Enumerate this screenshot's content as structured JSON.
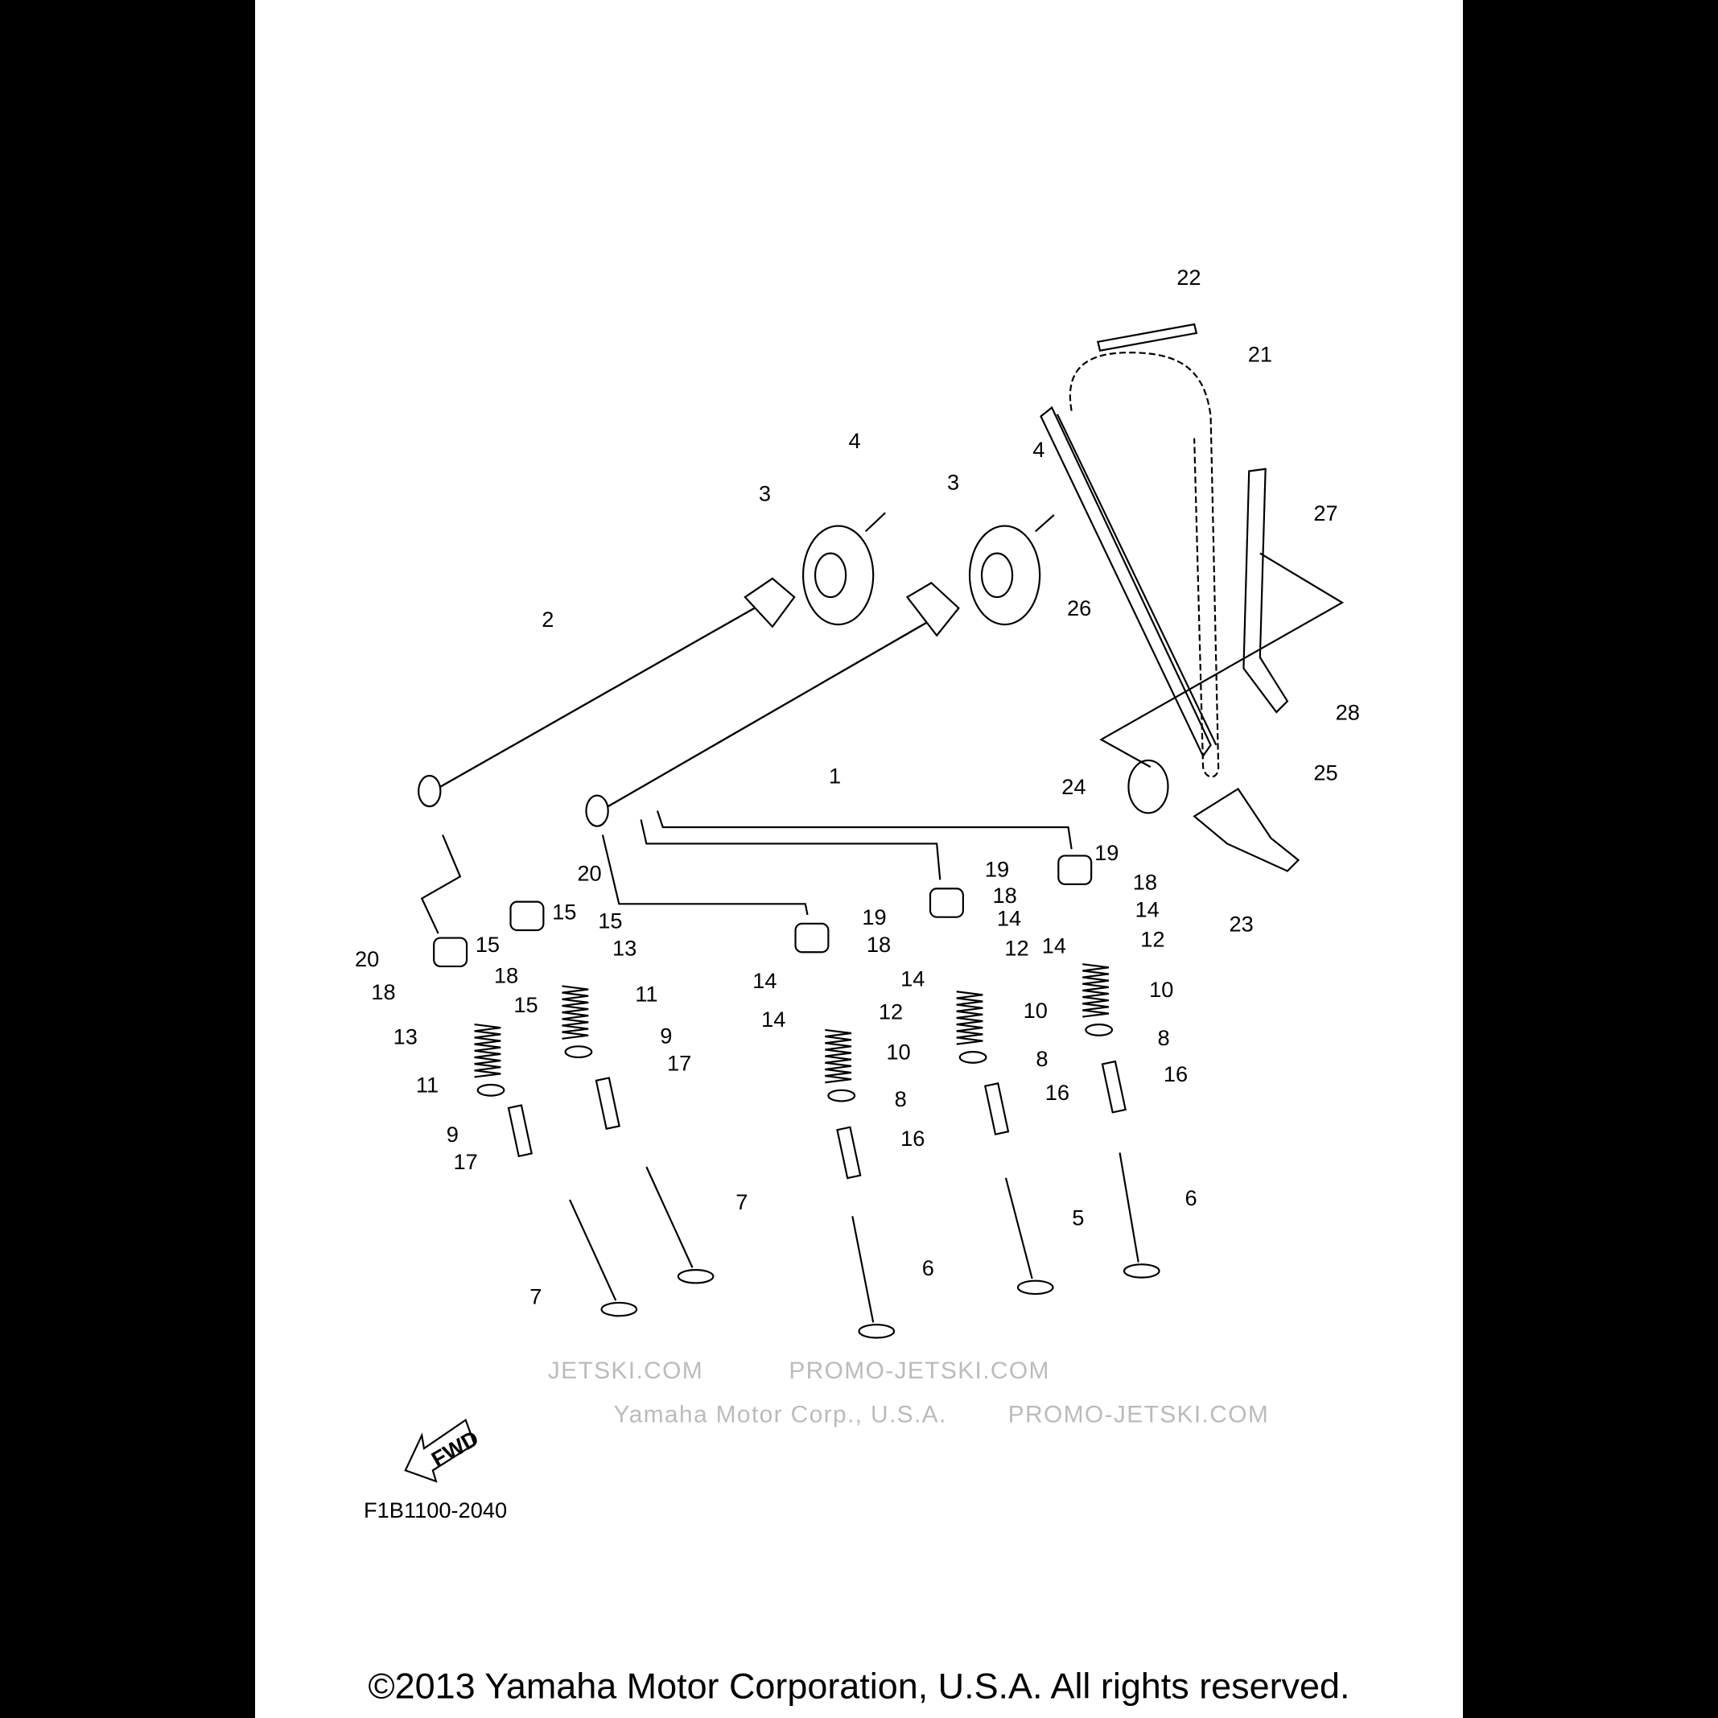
{
  "diagram": {
    "part_numbers": [
      "22",
      "21",
      "4",
      "4",
      "3",
      "3",
      "27",
      "2",
      "26",
      "28",
      "1",
      "24",
      "25",
      "23",
      "19",
      "19",
      "18",
      "14",
      "12",
      "14",
      "20",
      "15",
      "15",
      "18",
      "14",
      "12",
      "14",
      "19",
      "18",
      "13",
      "20",
      "15",
      "18",
      "18",
      "15",
      "14",
      "12",
      "14",
      "11",
      "10",
      "10",
      "13",
      "9",
      "8",
      "8",
      "10",
      "17",
      "11",
      "16",
      "16",
      "8",
      "9",
      "16",
      "17",
      "6",
      "7",
      "5",
      "6",
      "7"
    ],
    "fwd_label": "FWD",
    "figure_code": "F1B1100-2040",
    "watermarks": [
      "JETSKI.COM",
      "PROMO-JETSKI.COM",
      "Yamaha Motor Corp., U.S.A.",
      "PROMO-JETSKI.COM"
    ],
    "copyright": "©2013 Yamaha Motor Corporation, U.S.A. All rights reserved."
  }
}
